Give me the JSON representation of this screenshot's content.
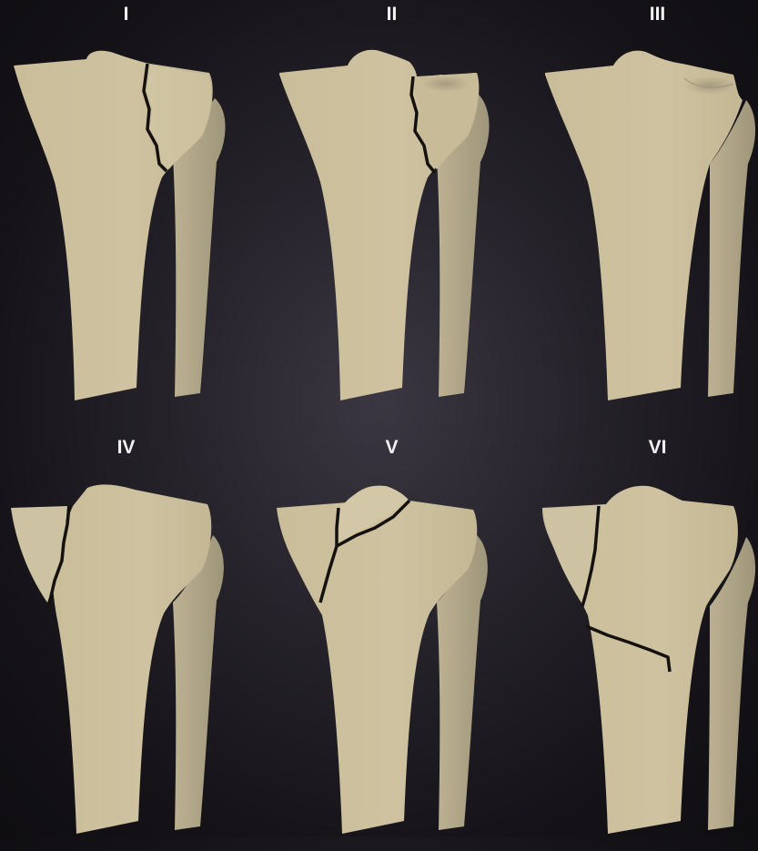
{
  "figure": {
    "panels": [
      {
        "label": "I"
      },
      {
        "label": "II"
      },
      {
        "label": "III"
      },
      {
        "label": "IV"
      },
      {
        "label": "V"
      },
      {
        "label": "VI"
      }
    ]
  },
  "colors": {
    "bone": "#cbbf9d",
    "bone_shadow": "#a89d80",
    "fibula": "#b5aa8c",
    "fracture_line": "#14110f",
    "label": "#f2f2f2"
  }
}
